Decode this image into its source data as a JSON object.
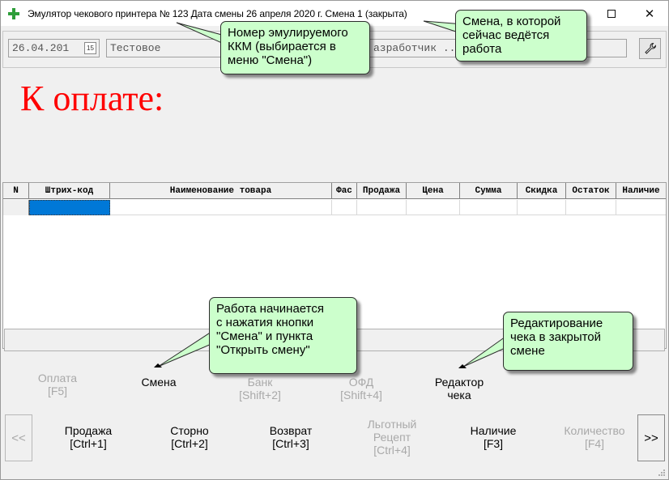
{
  "window": {
    "title": "Эмулятор чекового принтера № 123  Дата смены 26 апреля 2020 г.   Смена 1 (закрыта)",
    "icon": "green-cross-icon",
    "controls": {
      "minimize": "minimize-icon",
      "maximize": "maximize-icon",
      "close": "✕"
    }
  },
  "fields": {
    "date": "26.04.201",
    "calendar_icon": "15",
    "shop": "Тестовое",
    "developer": "азработчик ..."
  },
  "pay": {
    "label": "К оплате:"
  },
  "table": {
    "columns": [
      "N",
      "Штрих-код",
      "Наименование товара",
      "Фас",
      "Продажа",
      "Цена",
      "Сумма",
      "Скидка",
      "Остаток",
      "Наличие"
    ]
  },
  "buttons_row1": [
    {
      "line1": "Оплата",
      "line2": "[F5]",
      "enabled": false
    },
    {
      "line1": "Смена",
      "line2": "",
      "enabled": true
    },
    {
      "line1": "Банк",
      "line2": "[Shift+2]",
      "enabled": false
    },
    {
      "line1": "ОФД",
      "line2": "[Shift+4]",
      "enabled": false
    },
    {
      "line1": "Редактор",
      "line2": "чека",
      "enabled": true
    }
  ],
  "buttons_row2": [
    {
      "line1": "Продажа",
      "line2": "[Ctrl+1]",
      "line3": "",
      "enabled": true
    },
    {
      "line1": "Сторно",
      "line2": "[Ctrl+2]",
      "line3": "",
      "enabled": true
    },
    {
      "line1": "Возврат",
      "line2": "[Ctrl+3]",
      "line3": "",
      "enabled": true
    },
    {
      "line1": "Льготный",
      "line2": "Рецепт",
      "line3": "[Ctrl+4]",
      "enabled": false
    },
    {
      "line1": "Наличие",
      "line2": "[F3]",
      "line3": "",
      "enabled": true
    },
    {
      "line1": "Количество",
      "line2": "[F4]",
      "line3": "",
      "enabled": false
    }
  ],
  "nav": {
    "prev": "<<",
    "next": ">>"
  },
  "callouts": {
    "kkm": "Номер эмулируемого\nККМ (выбирается в\nменю \"Смена\")",
    "shift": "Смена, в которой\nсейчас ведётся\nработа",
    "start": "Работа начинается\nс нажатия кнопки\n\"Смена\" и пункта\n\"Открыть смену\"",
    "editor": "Редактирование\nчека в закрытой\nсмене"
  },
  "colors": {
    "pay_label": "#ff0000",
    "callout_bg": "#ccffcc",
    "selection": "#0078d7",
    "disabled_text": "#a9a9a9"
  }
}
